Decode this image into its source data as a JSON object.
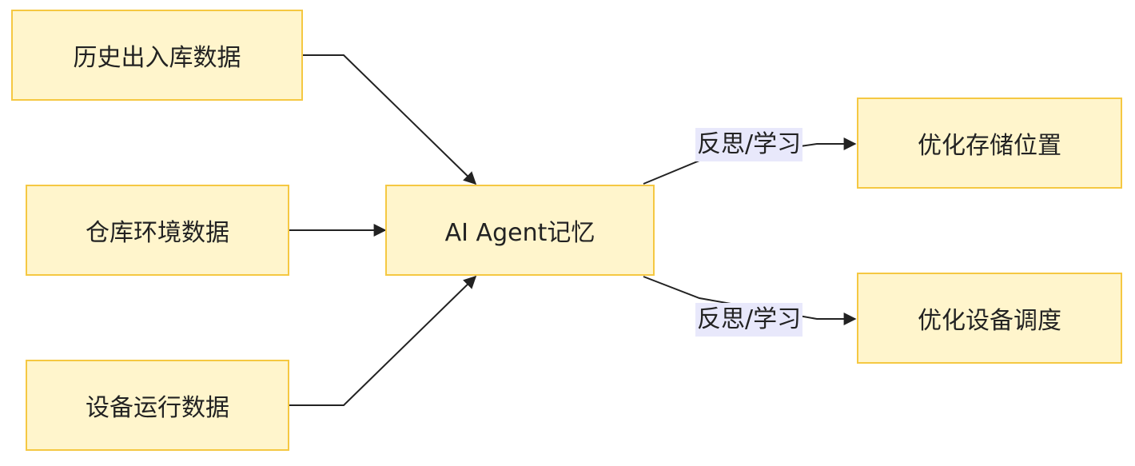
{
  "nodes": {
    "history": "历史出入库数据",
    "environment": "仓库环境数据",
    "equipment": "设备运行数据",
    "memory": "AI Agent记忆",
    "storage": "优化存储位置",
    "scheduling": "优化设备调度"
  },
  "edge_labels": {
    "to_storage": "反思/学习",
    "to_scheduling": "反思/学习"
  }
}
